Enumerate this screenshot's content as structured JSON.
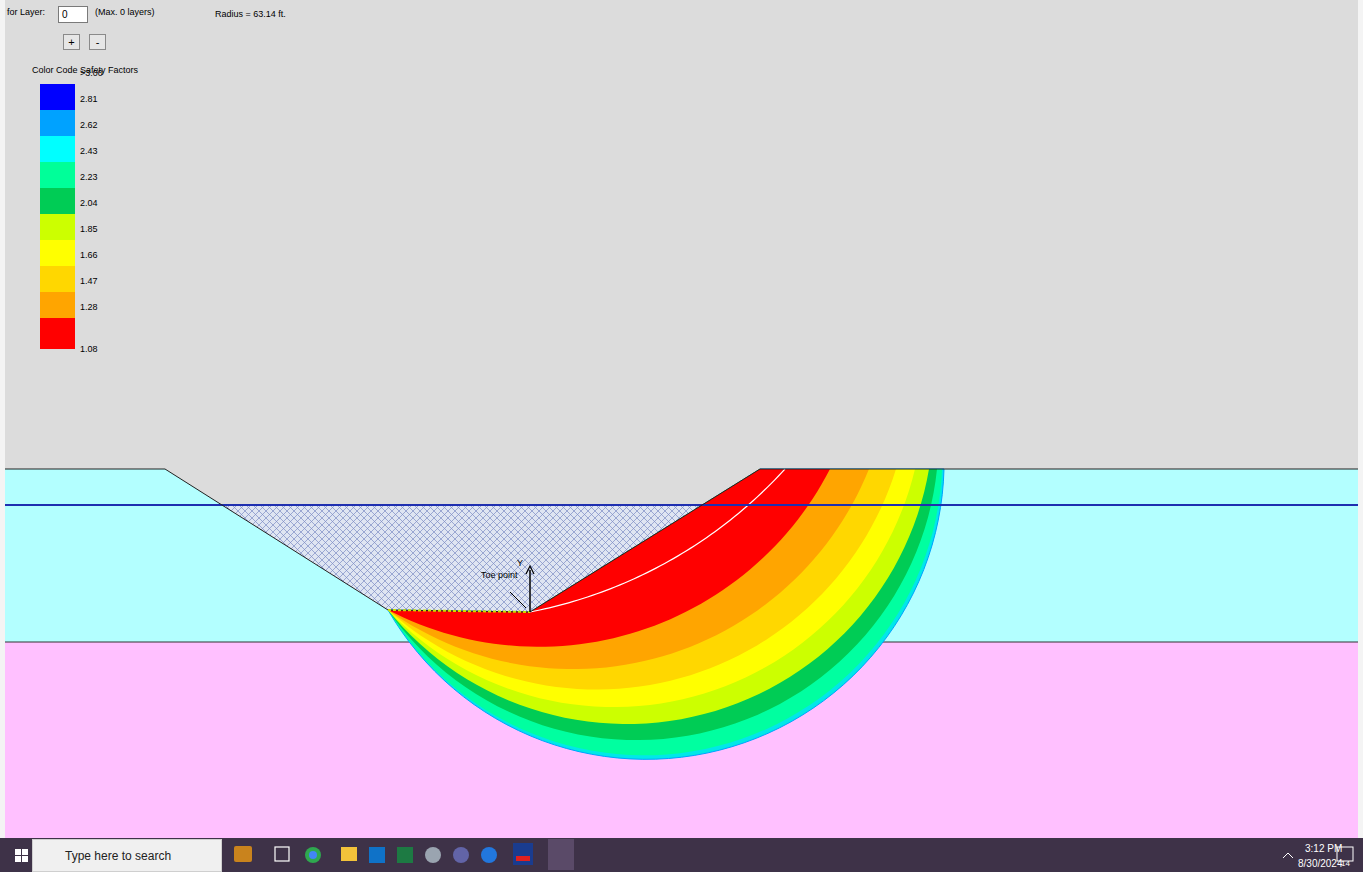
{
  "diagram": {
    "nodes": [
      {
        "text": [
          "0"
        ]
      },
      {
        "text": [
          "+"
        ]
      },
      {
        "text": [
          "-"
        ]
      },
      {
        "text": [
          "Type here to search"
        ]
      }
    ],
    "labels": [
      "for Layer:",
      "(Max. 0 layers)",
      "Radius = 63.14 ft.",
      "Color Code Safety Factors",
      "1.08",
      "Toe point",
      "Y",
      "3:12 PM",
      "8/30/2024",
      "14"
    ],
    "legend": [
      {
        "text": ">3.00",
        "color": "#0000ff"
      },
      {
        "text": "2.81",
        "color": "#00a2ff"
      },
      {
        "text": "2.62",
        "color": "#00ffff"
      },
      {
        "text": "2.43",
        "color": "#00ff99"
      },
      {
        "text": "2.23",
        "color": "#00cc55"
      },
      {
        "text": "2.04",
        "color": "#ccff00"
      },
      {
        "text": "1.85",
        "color": "#ffff00"
      },
      {
        "text": "1.66",
        "color": "#ffd700"
      },
      {
        "text": "1.47",
        "color": "#ffa500"
      },
      {
        "text": "1.28",
        "color": "#ff0000"
      }
    ]
  }
}
